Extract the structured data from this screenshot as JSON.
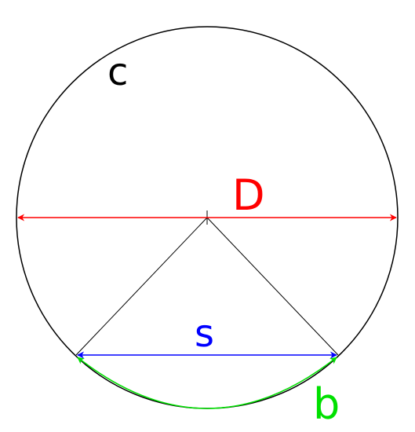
{
  "labels": {
    "circumference": "c",
    "diameter": "D",
    "chord": "s",
    "arc": "b"
  },
  "colors": {
    "circle": "#000000",
    "radius_lines": "#000000",
    "diameter": "#ff0000",
    "chord": "#0000ff",
    "arc": "#00e000"
  }
}
